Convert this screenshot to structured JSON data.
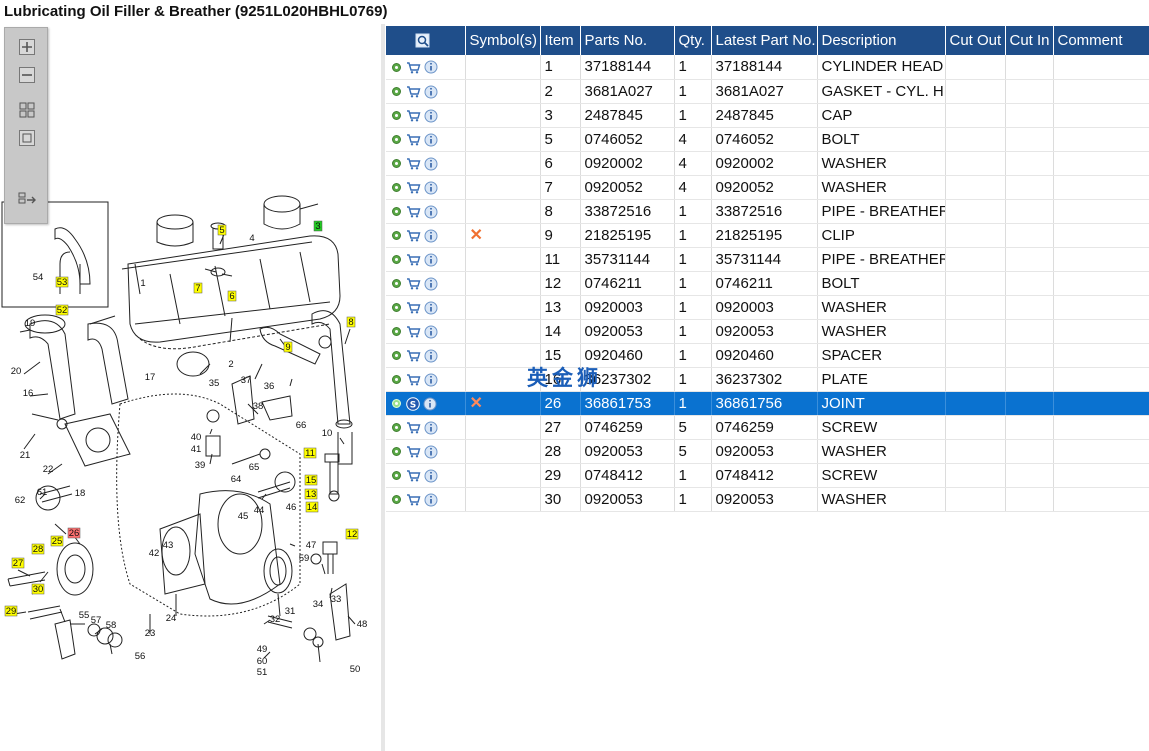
{
  "window": {
    "title": "Lubricating Oil Filler & Breather (9251L020HBHL0769)"
  },
  "toolbox": {
    "icons": [
      "zoom-in-icon",
      "zoom-out-icon",
      "fit-grid-icon",
      "fit-page-icon",
      "export-icon"
    ]
  },
  "table": {
    "headers": {
      "icons": "",
      "symbols": "Symbol(s)",
      "item": "Item",
      "parts_no": "Parts No.",
      "qty": "Qty.",
      "latest": "Latest Part No.",
      "description": "Description",
      "cut_out": "Cut Out",
      "cut_in": "Cut In",
      "comment": "Comment"
    },
    "rows": [
      {
        "item": "1",
        "parts_no": "37188144",
        "qty": "1",
        "latest": "37188144",
        "description": "CYLINDER HEAD COVER",
        "symbol": ""
      },
      {
        "item": "2",
        "parts_no": "3681A027",
        "qty": "1",
        "latest": "3681A027",
        "description": "GASKET - CYL. HEAD COVER",
        "symbol": ""
      },
      {
        "item": "3",
        "parts_no": "2487845",
        "qty": "1",
        "latest": "2487845",
        "description": "CAP",
        "symbol": ""
      },
      {
        "item": "5",
        "parts_no": "0746052",
        "qty": "4",
        "latest": "0746052",
        "description": "BOLT",
        "symbol": ""
      },
      {
        "item": "6",
        "parts_no": "0920002",
        "qty": "4",
        "latest": "0920002",
        "description": "WASHER",
        "symbol": ""
      },
      {
        "item": "7",
        "parts_no": "0920052",
        "qty": "4",
        "latest": "0920052",
        "description": "WASHER",
        "symbol": ""
      },
      {
        "item": "8",
        "parts_no": "33872516",
        "qty": "1",
        "latest": "33872516",
        "description": "PIPE - BREATHER",
        "symbol": ""
      },
      {
        "item": "9",
        "parts_no": "21825195",
        "qty": "1",
        "latest": "21825195",
        "description": "CLIP",
        "symbol": "✕"
      },
      {
        "item": "11",
        "parts_no": "35731144",
        "qty": "1",
        "latest": "35731144",
        "description": "PIPE - BREATHER",
        "symbol": ""
      },
      {
        "item": "12",
        "parts_no": "0746211",
        "qty": "1",
        "latest": "0746211",
        "description": "BOLT",
        "symbol": ""
      },
      {
        "item": "13",
        "parts_no": "0920003",
        "qty": "1",
        "latest": "0920003",
        "description": "WASHER",
        "symbol": ""
      },
      {
        "item": "14",
        "parts_no": "0920053",
        "qty": "1",
        "latest": "0920053",
        "description": "WASHER",
        "symbol": ""
      },
      {
        "item": "15",
        "parts_no": "0920460",
        "qty": "1",
        "latest": "0920460",
        "description": "SPACER",
        "symbol": ""
      },
      {
        "item": "16",
        "parts_no": "36237302",
        "qty": "1",
        "latest": "36237302",
        "description": "PLATE",
        "symbol": ""
      },
      {
        "item": "26",
        "parts_no": "36861753",
        "qty": "1",
        "latest": "36861756",
        "description": "JOINT",
        "symbol": "✕"
      },
      {
        "item": "27",
        "parts_no": "0746259",
        "qty": "5",
        "latest": "0746259",
        "description": "SCREW",
        "symbol": ""
      },
      {
        "item": "28",
        "parts_no": "0920053",
        "qty": "5",
        "latest": "0920053",
        "description": "WASHER",
        "symbol": ""
      },
      {
        "item": "29",
        "parts_no": "0748412",
        "qty": "1",
        "latest": "0748412",
        "description": "SCREW",
        "symbol": ""
      },
      {
        "item": "30",
        "parts_no": "0920053",
        "qty": "1",
        "latest": "0920053",
        "description": "WASHER",
        "symbol": ""
      }
    ],
    "selected_row": 14
  },
  "watermark": "英金狮",
  "diagram": {
    "callouts": [
      "1",
      "2",
      "3",
      "4",
      "5",
      "6",
      "7",
      "8",
      "9",
      "10",
      "11",
      "12",
      "13",
      "14",
      "15",
      "16",
      "17",
      "18",
      "19",
      "20",
      "21",
      "22",
      "23",
      "24",
      "25",
      "26",
      "27",
      "28",
      "29",
      "30",
      "31",
      "32",
      "33",
      "34",
      "35",
      "36",
      "37",
      "38",
      "39",
      "40",
      "41",
      "42",
      "43",
      "44",
      "45",
      "46",
      "47",
      "48",
      "49",
      "50",
      "51",
      "52",
      "53",
      "54",
      "55",
      "56",
      "57",
      "58",
      "59",
      "60",
      "61",
      "62",
      "64",
      "65",
      "66"
    ],
    "highlighted": [
      "3",
      "5",
      "6",
      "7",
      "8",
      "9",
      "11",
      "12",
      "13",
      "14",
      "15",
      "25",
      "26",
      "27",
      "28",
      "29",
      "30",
      "52",
      "53"
    ]
  },
  "colors": {
    "header_bg": "#1f4e8a",
    "selected_bg": "#0a72d0",
    "highlight_yellow": "#ffff00",
    "highlight_green": "#22cc22",
    "highlight_red": "#ff7070"
  }
}
